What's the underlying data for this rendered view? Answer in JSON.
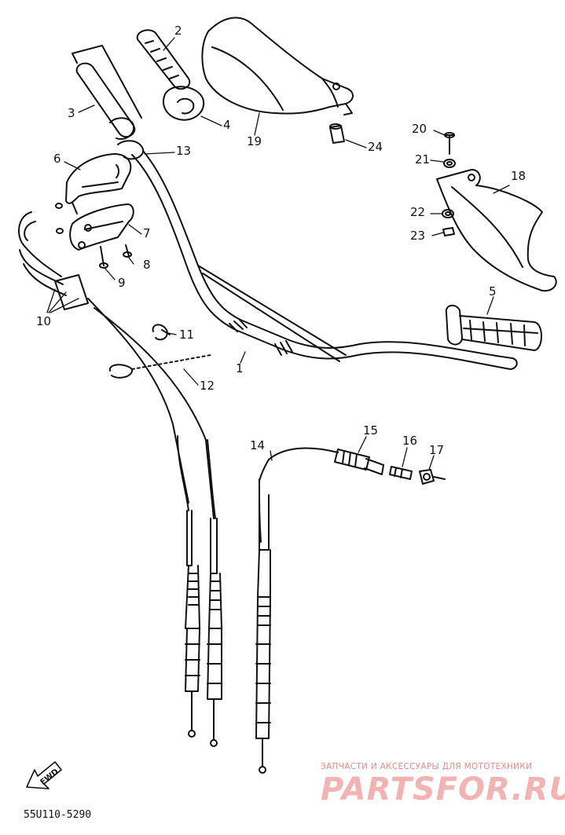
{
  "callouts": [
    {
      "id": "c1",
      "text": "1"
    },
    {
      "id": "c2",
      "text": "2"
    },
    {
      "id": "c3",
      "text": "3"
    },
    {
      "id": "c4",
      "text": "4"
    },
    {
      "id": "c5",
      "text": "5"
    },
    {
      "id": "c6",
      "text": "6"
    },
    {
      "id": "c7",
      "text": "7"
    },
    {
      "id": "c8",
      "text": "8"
    },
    {
      "id": "c9",
      "text": "9"
    },
    {
      "id": "c10",
      "text": "10"
    },
    {
      "id": "c11",
      "text": "11"
    },
    {
      "id": "c12",
      "text": "12"
    },
    {
      "id": "c13",
      "text": "13"
    },
    {
      "id": "c14",
      "text": "14"
    },
    {
      "id": "c15",
      "text": "15"
    },
    {
      "id": "c16",
      "text": "16"
    },
    {
      "id": "c17",
      "text": "17"
    },
    {
      "id": "c18",
      "text": "18"
    },
    {
      "id": "c19",
      "text": "19"
    },
    {
      "id": "c20",
      "text": "20"
    },
    {
      "id": "c21",
      "text": "21"
    },
    {
      "id": "c22",
      "text": "22"
    },
    {
      "id": "c23",
      "text": "23"
    },
    {
      "id": "c24",
      "text": "24"
    }
  ],
  "forward_label": "FWD",
  "drawing_code": "55U110-5290",
  "watermark": {
    "tagline": "ЗАПЧАСТИ И АКСЕССУАРЫ ДЛЯ МОТОТЕХНИКИ",
    "logo": "PARTSFOR.RU"
  }
}
